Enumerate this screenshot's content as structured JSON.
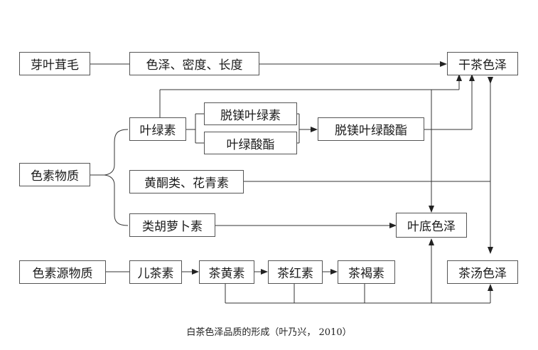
{
  "diagram": {
    "nodes": {
      "bud_hair": "芽叶茸毛",
      "color_density_length": "色泽、密度、长度",
      "dry_tea_color": "干茶色泽",
      "chlorophyll": "叶绿素",
      "pheophytin": "脱镁叶绿素",
      "chlorophyllide": "叶绿酸酯",
      "pheophorbide": "脱镁叶绿酸酯",
      "pigments": "色素物质",
      "flavonoids_anthocyanins": "黄酮类、花青素",
      "carotenoids": "类胡萝卜素",
      "leaf_base_color": "叶底色泽",
      "pigment_precursors": "色素源物质",
      "catechins": "儿茶素",
      "theaflavins": "茶黄素",
      "thearubigins": "茶红素",
      "theabrownins": "茶褐素",
      "liquor_color": "茶汤色泽"
    },
    "caption": "白茶色泽品质的形成（叶乃兴，  2010）"
  }
}
